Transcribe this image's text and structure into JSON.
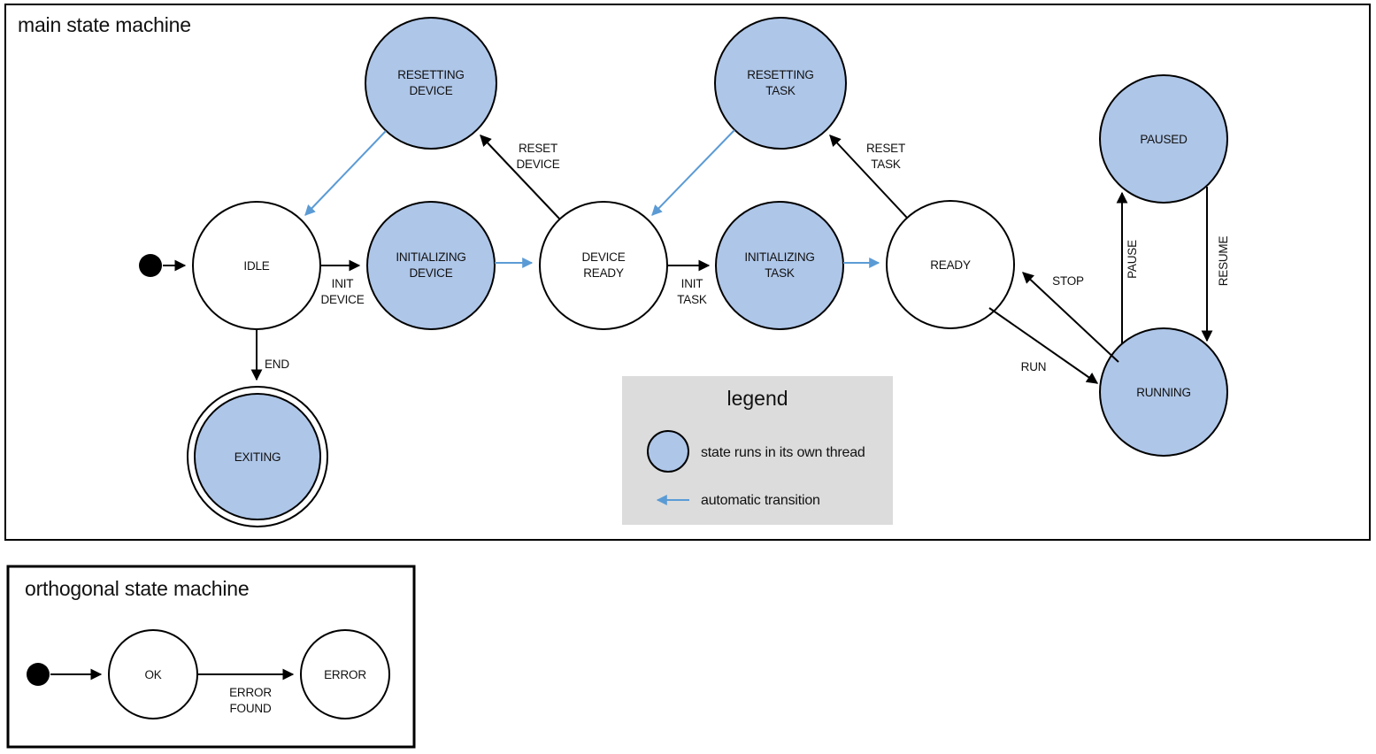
{
  "main": {
    "title": "main state machine",
    "states": {
      "idle": "IDLE",
      "resetting_device": [
        "RESETTING",
        "DEVICE"
      ],
      "initializing_device": [
        "INITIALIZING",
        "DEVICE"
      ],
      "device_ready": [
        "DEVICE",
        "READY"
      ],
      "resetting_task": [
        "RESETTING",
        "TASK"
      ],
      "initializing_task": [
        "INITIALIZING",
        "TASK"
      ],
      "ready": "READY",
      "paused": "PAUSED",
      "running": "RUNNING",
      "exiting": "EXITING"
    },
    "transitions": {
      "init_device": [
        "INIT",
        "DEVICE"
      ],
      "reset_device": [
        "RESET",
        "DEVICE"
      ],
      "init_task": [
        "INIT",
        "TASK"
      ],
      "reset_task": [
        "RESET",
        "TASK"
      ],
      "stop": "STOP",
      "run": "RUN",
      "pause": "PAUSE",
      "resume": "RESUME",
      "end": "END"
    }
  },
  "legend": {
    "title": "legend",
    "thread_item": "state runs in its own thread",
    "auto_item": "automatic transition"
  },
  "orthogonal": {
    "title": "orthogonal state machine",
    "states": {
      "ok": "OK",
      "error": "ERROR"
    },
    "transitions": {
      "error_found": [
        "ERROR",
        "FOUND"
      ]
    }
  },
  "colors": {
    "threaded_state_fill": "#aec6e8",
    "auto_transition": "#5b9bd5",
    "legend_bg": "#dcdcdc",
    "line": "#000000"
  }
}
